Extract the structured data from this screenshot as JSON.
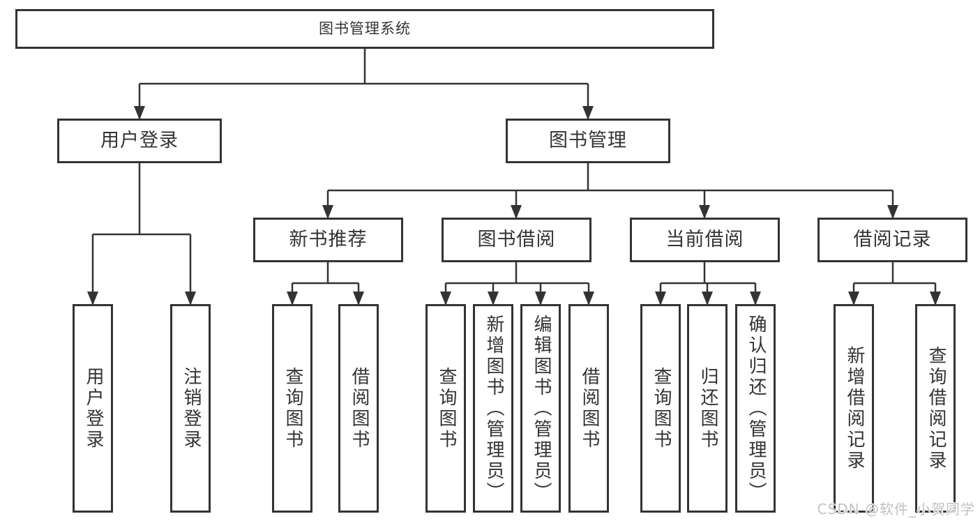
{
  "colors": {
    "line": "#333333",
    "text": "#333333",
    "box-bg": "#ffffff",
    "background": "#ffffff",
    "watermark": "#c2c2c2"
  },
  "watermark": {
    "text": "CSDN @软件_小贺同学"
  },
  "tree": {
    "label": "图书管理系统",
    "children": [
      {
        "label": "用户登录",
        "children": [
          {
            "label": "用户登录"
          },
          {
            "label": "注销登录"
          }
        ]
      },
      {
        "label": "图书管理",
        "children": [
          {
            "label": "新书推荐",
            "children": [
              {
                "label": "查询图书"
              },
              {
                "label": "借阅图书"
              }
            ]
          },
          {
            "label": "图书借阅",
            "children": [
              {
                "label": "查询图书"
              },
              {
                "label": "新增图书（管理员）"
              },
              {
                "label": "编辑图书（管理员）"
              },
              {
                "label": "借阅图书"
              }
            ]
          },
          {
            "label": "当前借阅",
            "children": [
              {
                "label": "查询图书"
              },
              {
                "label": "归还图书"
              },
              {
                "label": "确认归还（管理员）"
              }
            ]
          },
          {
            "label": "借阅记录",
            "children": [
              {
                "label": "新增借阅记录"
              },
              {
                "label": "查询借阅记录"
              }
            ]
          }
        ]
      }
    ]
  }
}
